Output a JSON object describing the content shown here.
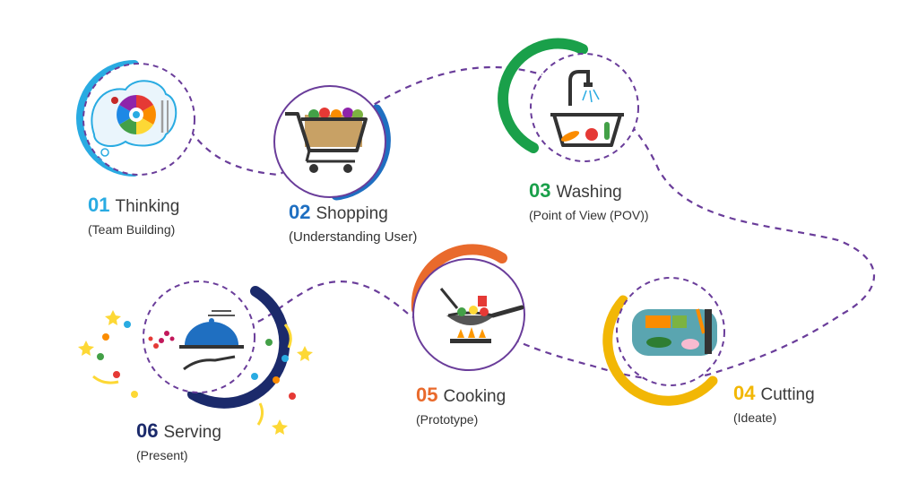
{
  "steps": [
    {
      "number": "01",
      "title": "Thinking",
      "subtitle": "(Team Building)",
      "color": "#29abe2",
      "icon": "thought-bubble-color-wheel-icon"
    },
    {
      "number": "02",
      "title": "Shopping",
      "subtitle": "(Understanding User)",
      "color": "#1f6fc1",
      "icon": "shopping-cart-icon"
    },
    {
      "number": "03",
      "title": "Washing",
      "subtitle": "(Point of View (POV))",
      "color": "#1aa04a",
      "icon": "sink-washing-vegetables-icon"
    },
    {
      "number": "04",
      "title": "Cutting",
      "subtitle": "(Ideate)",
      "color": "#f2b705",
      "icon": "cutting-board-icon"
    },
    {
      "number": "05",
      "title": "Cooking",
      "subtitle": "(Prototype)",
      "color": "#e96a2c",
      "icon": "frying-pan-icon"
    },
    {
      "number": "06",
      "title": "Serving",
      "subtitle": "(Present)",
      "color": "#1b2a6b",
      "icon": "serving-cloche-icon"
    }
  ],
  "colors": {
    "path": "#6a3d9a",
    "circle_border": "#6a3d9a"
  }
}
